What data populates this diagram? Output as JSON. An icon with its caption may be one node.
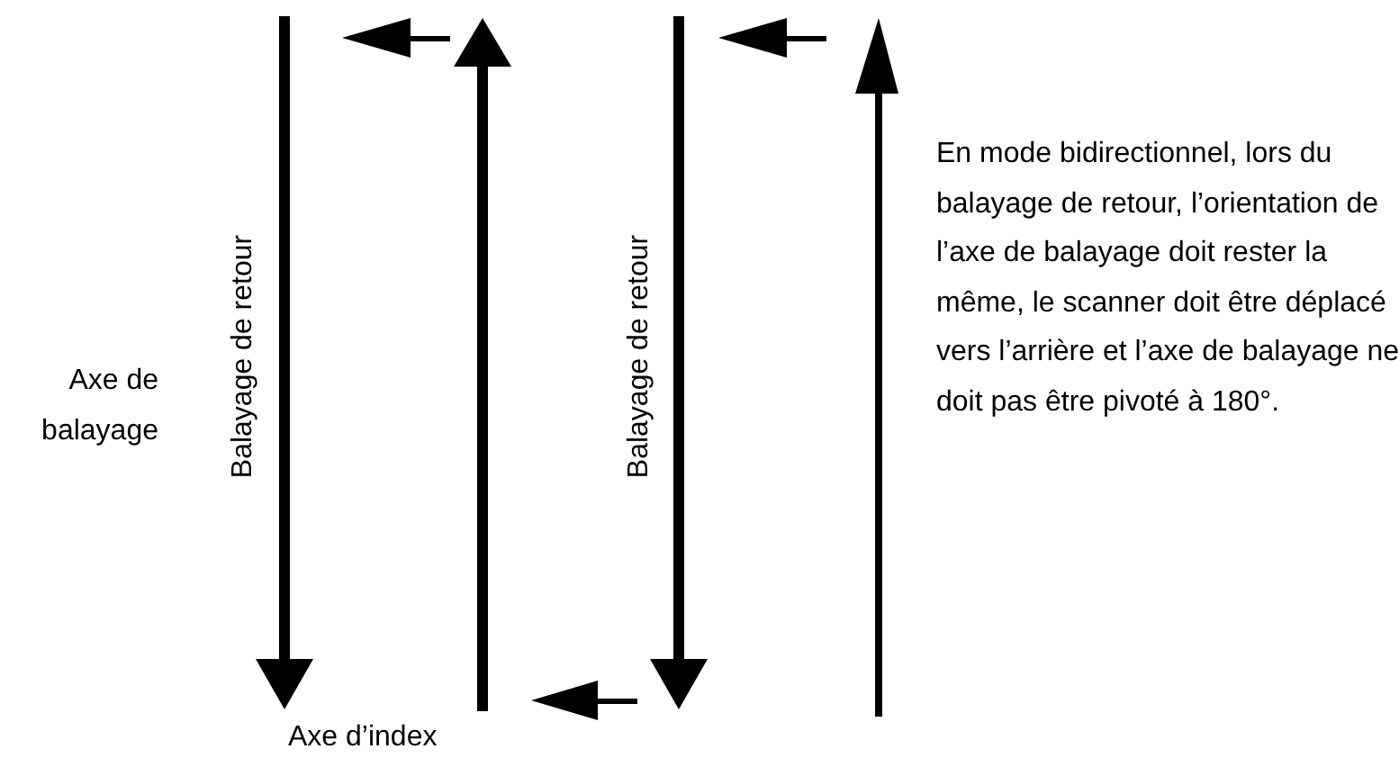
{
  "diagram": {
    "labels": [
      "Axe de balayage",
      "Balayage de retour",
      "Axe d’index",
      "Balayage de retour",
      "En mode bidirectionnel, lors du balayage de retour, l’orientation de l’axe de balayage doit rester la même, le scanner doit être déplacé vers l’arrière et l’axe de balayage ne doit pas être pivoté à 180°."
    ]
  }
}
